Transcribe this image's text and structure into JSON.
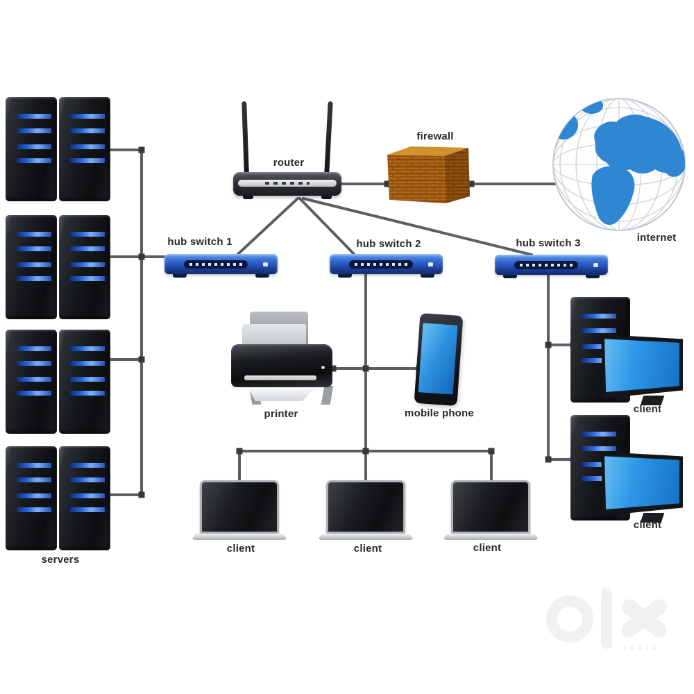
{
  "diagram": {
    "type": "network-topology",
    "nodes": {
      "servers": {
        "label": "servers",
        "tower_count": 8
      },
      "router": {
        "label": "router"
      },
      "firewall": {
        "label": "firewall"
      },
      "internet": {
        "label": "internet"
      },
      "hub_switch_1": {
        "label": "hub switch 1"
      },
      "hub_switch_2": {
        "label": "hub switch 2"
      },
      "hub_switch_3": {
        "label": "hub switch 3"
      },
      "printer": {
        "label": "printer"
      },
      "mobile_phone": {
        "label": "mobile phone"
      }
    },
    "clients_bottom": [
      "client",
      "client",
      "client"
    ],
    "clients_right": [
      "client",
      "client"
    ],
    "connections": [
      [
        "servers",
        "hub switch 1"
      ],
      [
        "router",
        "firewall"
      ],
      [
        "firewall",
        "internet"
      ],
      [
        "router",
        "hub switch 1"
      ],
      [
        "router",
        "hub switch 2"
      ],
      [
        "router",
        "hub switch 3"
      ],
      [
        "hub switch 2",
        "printer"
      ],
      [
        "hub switch 2",
        "mobile phone"
      ],
      [
        "hub switch 2",
        "client"
      ],
      [
        "hub switch 2",
        "client"
      ],
      [
        "hub switch 2",
        "client"
      ],
      [
        "hub switch 3",
        "client"
      ],
      [
        "hub switch 3",
        "client"
      ]
    ],
    "colors": {
      "wire_gray": "#5c5e62",
      "switch_blue": "#2e64cd",
      "led_blue": "#2e6ae0",
      "firewall_brick": "#b26a16",
      "globe_blue": "#2f86d3",
      "screen_blue": "#2d97e6"
    }
  },
  "watermark": {
    "logo": "olx",
    "country": "INDIA"
  }
}
